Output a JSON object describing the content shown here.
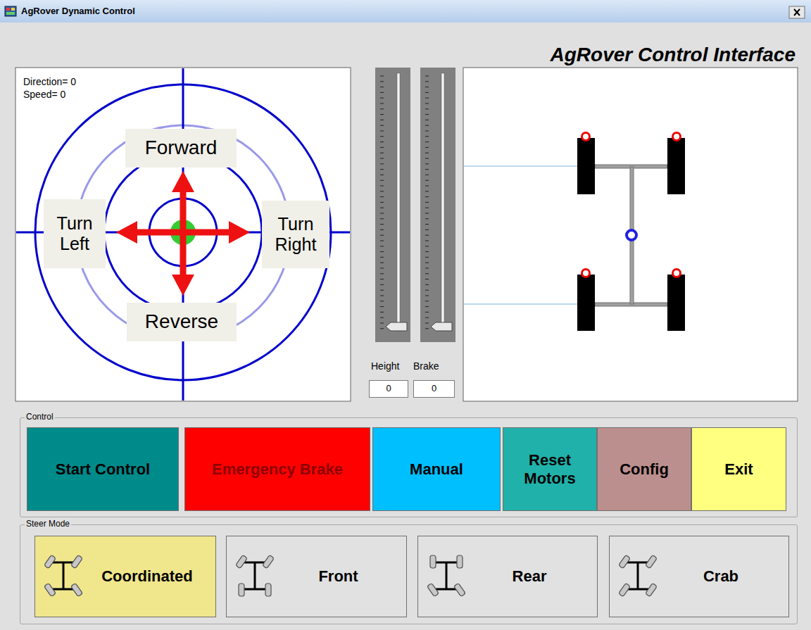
{
  "diagram": {
    "title": "AgRover Dynamic Control",
    "nodes": [
      {
        "text": [
          "Forward"
        ]
      },
      {
        "text": [
          "Turn Left"
        ]
      },
      {
        "text": [
          "Turn Right"
        ]
      },
      {
        "text": [
          "Reverse"
        ]
      },
      {
        "text": [
          "0"
        ]
      },
      {
        "text": [
          "0"
        ]
      },
      {
        "text": [
          "Control"
        ]
      },
      {
        "text": [
          "Start Control"
        ],
        "in": 6
      },
      {
        "text": [
          "Emergency Brake"
        ],
        "in": 6
      },
      {
        "text": [
          "Manual"
        ],
        "in": 6
      },
      {
        "text": [
          "Reset Motors"
        ],
        "in": 6
      },
      {
        "text": [
          "Config"
        ],
        "in": 6
      },
      {
        "text": [
          "Exit"
        ],
        "in": 6
      },
      {
        "text": [
          "Steer Mode"
        ]
      },
      {
        "text": [
          "Coordinated"
        ],
        "in": 13
      },
      {
        "text": [
          "Front"
        ],
        "in": 13
      },
      {
        "text": [
          "Rear"
        ],
        "in": 13
      },
      {
        "text": [
          "Crab"
        ],
        "in": 13
      }
    ],
    "labels": [
      "AgRover Control Interface",
      "Direction= 0",
      "Speed= 0",
      "Height",
      "Brake"
    ]
  }
}
